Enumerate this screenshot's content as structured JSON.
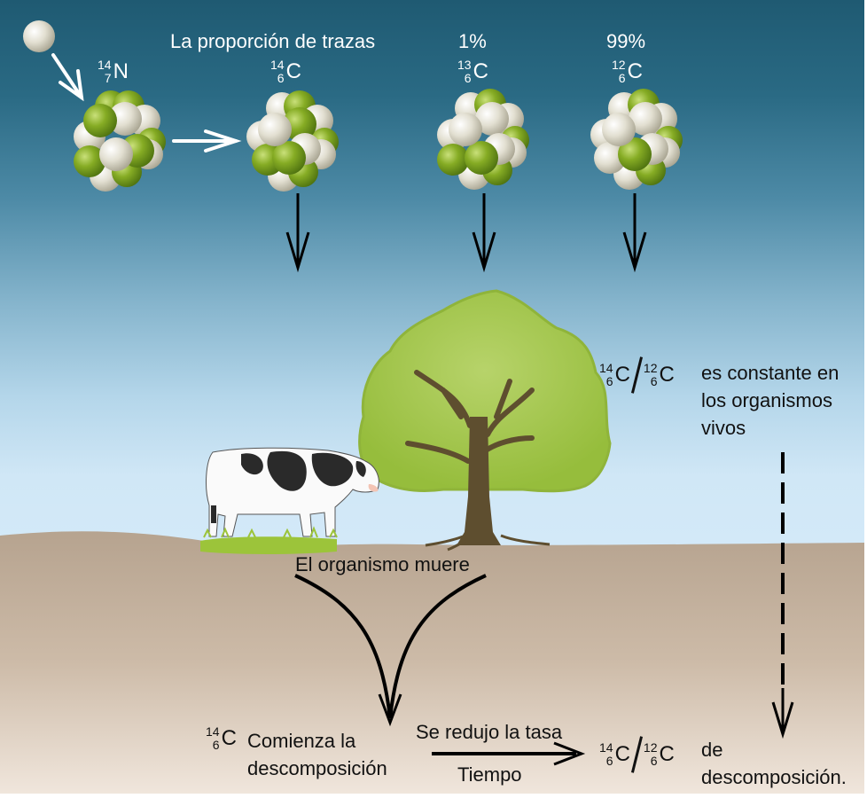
{
  "diagram": {
    "title": "La proporción de trazas",
    "incoming_particle": {
      "label": "neutron-particle"
    },
    "isotopes": [
      {
        "id": "n14",
        "mass": "14",
        "atomic": "7",
        "symbol": "N",
        "percent": ""
      },
      {
        "id": "c14",
        "mass": "14",
        "atomic": "6",
        "symbol": "C",
        "percent": ""
      },
      {
        "id": "c13",
        "mass": "13",
        "atomic": "6",
        "symbol": "C",
        "percent": "1%"
      },
      {
        "id": "c12",
        "mass": "12",
        "atomic": "6",
        "symbol": "C",
        "percent": "99%"
      }
    ],
    "living_ratio": {
      "numerator": {
        "mass": "14",
        "atomic": "6",
        "symbol": "C"
      },
      "denominator": {
        "mass": "12",
        "atomic": "6",
        "symbol": "C"
      },
      "text_lines": [
        "es constante en",
        "los organismos",
        "vivos"
      ]
    },
    "organism_dies": "El organismo muere",
    "decay_start": {
      "mass": "14",
      "atomic": "6",
      "symbol": "C",
      "text_lines": [
        "Comienza la",
        "descomposición"
      ]
    },
    "arrow_labels": {
      "above": "Se redujo la tasa",
      "below": "Tiempo"
    },
    "decay_ratio": {
      "numerator": {
        "mass": "14",
        "atomic": "6",
        "symbol": "C"
      },
      "denominator": {
        "mass": "12",
        "atomic": "6",
        "symbol": "C"
      },
      "text_lines": [
        "de",
        "descomposición."
      ]
    },
    "colors": {
      "sky_top": "#1f5a72",
      "sky_bottom": "#d3e9f8",
      "ground": "#b8a693",
      "ground_bottom": "#eee2d6",
      "proton_green": "#7fa61e",
      "neutron_white": "#e6e3d6",
      "tree_green": "#a3c54a",
      "trunk": "#5e4e2f"
    }
  }
}
